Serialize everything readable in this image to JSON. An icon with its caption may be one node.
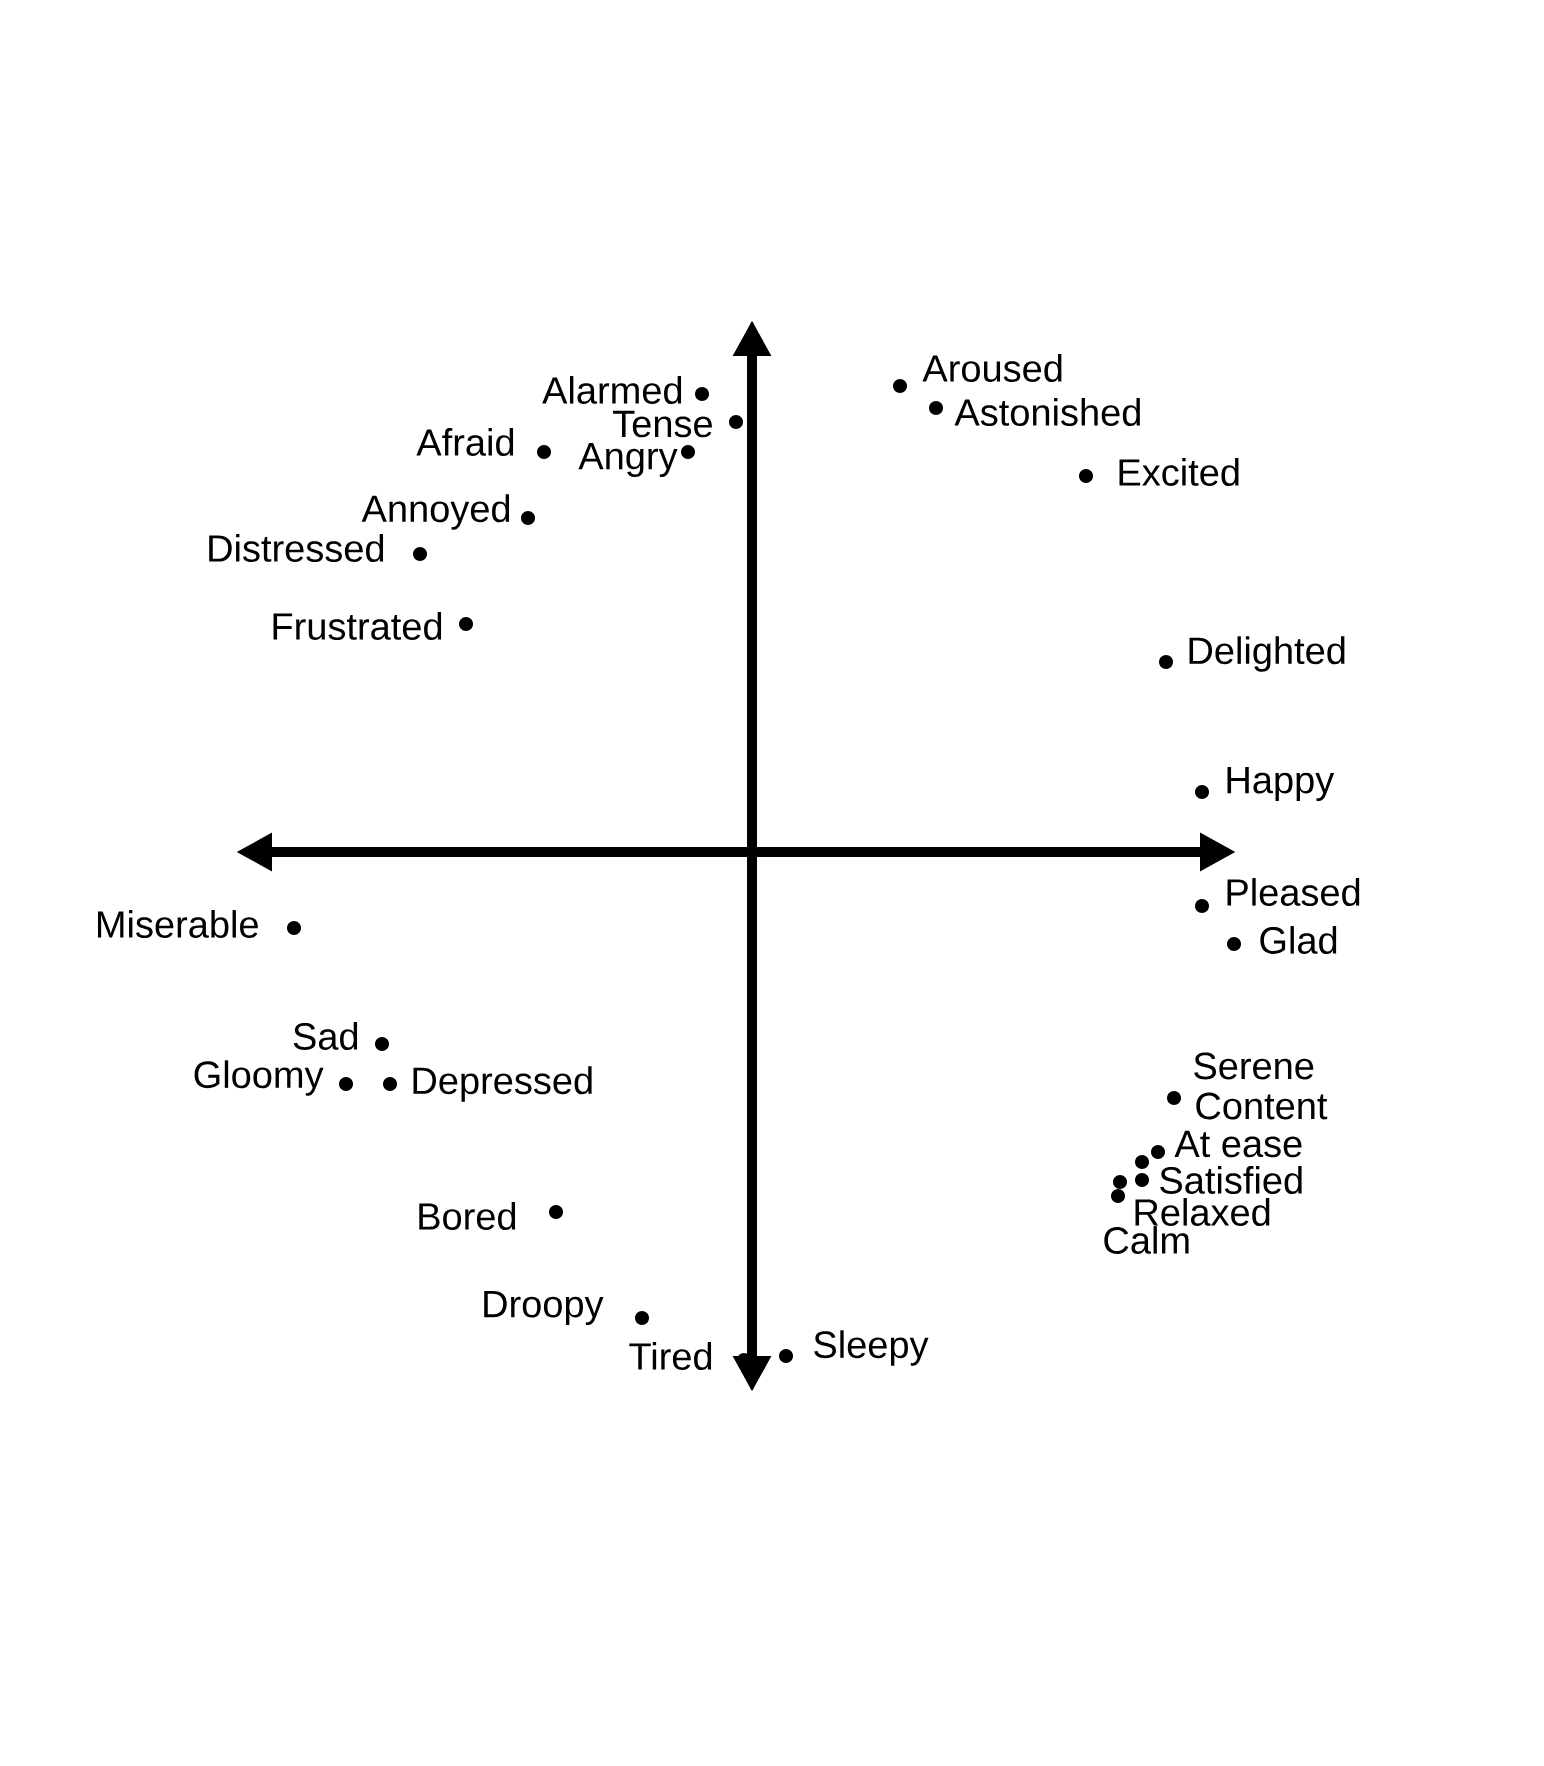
{
  "diagram": {
    "labels": [
      "Alarmed",
      "Aroused",
      "Tense",
      "Astonished",
      "Afraid",
      "Angry",
      "Excited",
      "Annoyed",
      "Distressed",
      "Frustrated",
      "Delighted",
      "Happy",
      "Pleased",
      "Miserable",
      "Glad",
      "Sad",
      "Serene",
      "Gloomy",
      "Depressed",
      "Content",
      "At ease",
      "Satisfied",
      "Relaxed",
      "Bored",
      "Calm",
      "Droopy",
      "Sleepy",
      "Tired"
    ]
  }
}
